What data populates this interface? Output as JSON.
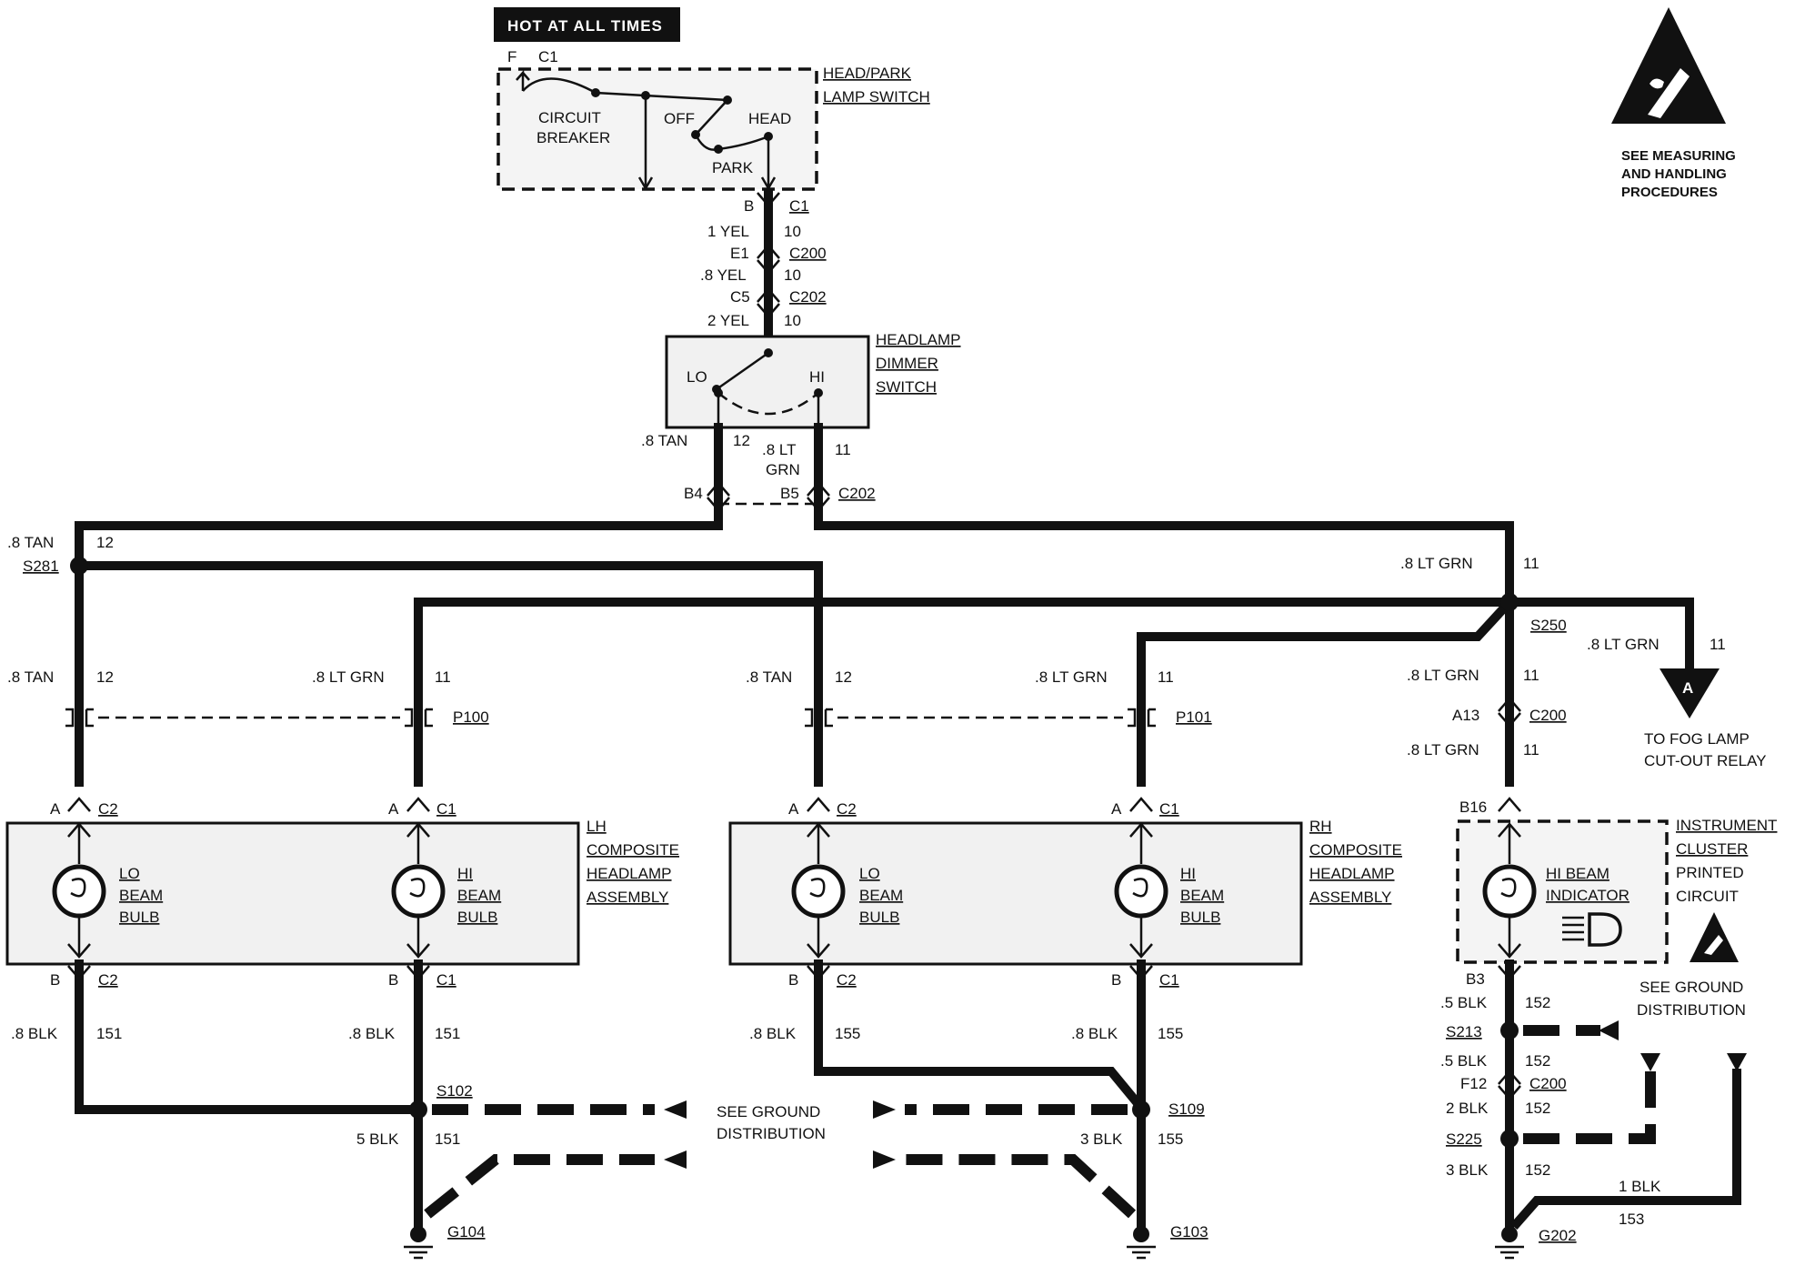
{
  "banner": "HOT AT ALL TIMES",
  "esd_note": [
    "SEE MEASURING",
    "AND HANDLING",
    "PROCEDURES"
  ],
  "head_park_switch": {
    "label": [
      "HEAD/PARK",
      "LAMP SWITCH"
    ],
    "terminal": "F",
    "connector": "C1",
    "circuit_breaker": [
      "CIRCUIT",
      "BREAKER"
    ],
    "positions": {
      "off": "OFF",
      "head": "HEAD",
      "park": "PARK"
    }
  },
  "feed": [
    {
      "cavity": "B",
      "connector": "C1"
    },
    {
      "wire": "1 YEL",
      "circuit": "10"
    },
    {
      "cavity": "E1",
      "connector": "C200"
    },
    {
      "wire": ".8 YEL",
      "circuit": "10"
    },
    {
      "cavity": "C5",
      "connector": "C202"
    },
    {
      "wire": "2 YEL",
      "circuit": "10"
    }
  ],
  "dimmer_switch": {
    "label": [
      "HEADLAMP",
      "DIMMER",
      "SWITCH"
    ],
    "lo": "LO",
    "hi": "HI"
  },
  "dimmer_outputs": {
    "lo_wire": ".8 TAN",
    "lo_circuit": "12",
    "hi_wire": [
      ".8 LT",
      "GRN"
    ],
    "hi_circuit": "11",
    "lo_cavity": "B4",
    "hi_cavity": "B5",
    "connector": "C202"
  },
  "splices": {
    "s281": "S281",
    "s250": "S250",
    "s102": "S102",
    "s109": "S109",
    "s213": "S213",
    "s225": "S225"
  },
  "bus": {
    "tan_wire": ".8 TAN",
    "tan_circuit": "12",
    "grn_wire": ".8 LT GRN",
    "grn_circuit": "11"
  },
  "fog": {
    "wire": ".8 LT GRN",
    "circuit": "11",
    "marker": "A",
    "label": [
      "TO FOG LAMP",
      "CUT-OUT RELAY"
    ]
  },
  "lh_assembly": {
    "label": [
      "LH",
      "COMPOSITE",
      "HEADLAMP",
      "ASSEMBLY"
    ],
    "connector_pigtail": "P100",
    "lo_wire": ".8 TAN",
    "lo_circuit": "12",
    "hi_wire": ".8 LT GRN",
    "hi_circuit": "11",
    "lo_top": {
      "cavity": "A",
      "connector": "C2"
    },
    "hi_top": {
      "cavity": "A",
      "connector": "C1"
    },
    "lo_bottom": {
      "cavity": "B",
      "connector": "C2"
    },
    "hi_bottom": {
      "cavity": "B",
      "connector": "C1"
    },
    "lo_bulb": [
      "LO",
      "BEAM",
      "BULB"
    ],
    "hi_bulb": [
      "HI",
      "BEAM",
      "BULB"
    ],
    "ground_wire": ".8 BLK",
    "ground_circuit": "151",
    "ground_wire2": ".8 BLK",
    "ground_circuit2": "151",
    "trunk_wire": "5 BLK",
    "trunk_circuit": "151",
    "ground": "G104"
  },
  "rh_assembly": {
    "label": [
      "RH",
      "COMPOSITE",
      "HEADLAMP",
      "ASSEMBLY"
    ],
    "connector_pigtail": "P101",
    "lo_wire": ".8 TAN",
    "lo_circuit": "12",
    "hi_wire": ".8 LT GRN",
    "hi_circuit": "11",
    "lo_top": {
      "cavity": "A",
      "connector": "C2"
    },
    "hi_top": {
      "cavity": "A",
      "connector": "C1"
    },
    "lo_bottom": {
      "cavity": "B",
      "connector": "C2"
    },
    "hi_bottom": {
      "cavity": "B",
      "connector": "C1"
    },
    "lo_bulb": [
      "LO",
      "BEAM",
      "BULB"
    ],
    "hi_bulb": [
      "HI",
      "BEAM",
      "BULB"
    ],
    "ground_wire": ".8 BLK",
    "ground_circuit": "155",
    "ground_wire2": ".8 BLK",
    "ground_circuit2": "155",
    "trunk_wire": "3 BLK",
    "trunk_circuit": "155",
    "ground": "G103"
  },
  "ground_distribution": [
    "SEE GROUND",
    "DISTRIBUTION"
  ],
  "cluster": {
    "label": [
      "INSTRUMENT",
      "CLUSTER",
      "PRINTED",
      "CIRCUIT"
    ],
    "indicator": [
      "HI BEAM",
      "INDICATOR"
    ],
    "in_wire": ".8 LT GRN",
    "in_circuit": "11",
    "c200_cavity": "A13",
    "c200": "C200",
    "after_wire": ".8 LT GRN",
    "after_circuit": "11",
    "top_cavity": "B16",
    "bottom_cavity": "B3",
    "w1": ".5 BLK",
    "c1": "152",
    "w2": ".5 BLK",
    "c2": "152",
    "f12": "F12",
    "f12_conn": "C200",
    "w3": "2 BLK",
    "c3": "152",
    "w4": "3 BLK",
    "c4": "152",
    "w5": "1 BLK",
    "c5": "153",
    "ground": "G202",
    "ground_note": [
      "SEE GROUND",
      "DISTRIBUTION"
    ]
  }
}
